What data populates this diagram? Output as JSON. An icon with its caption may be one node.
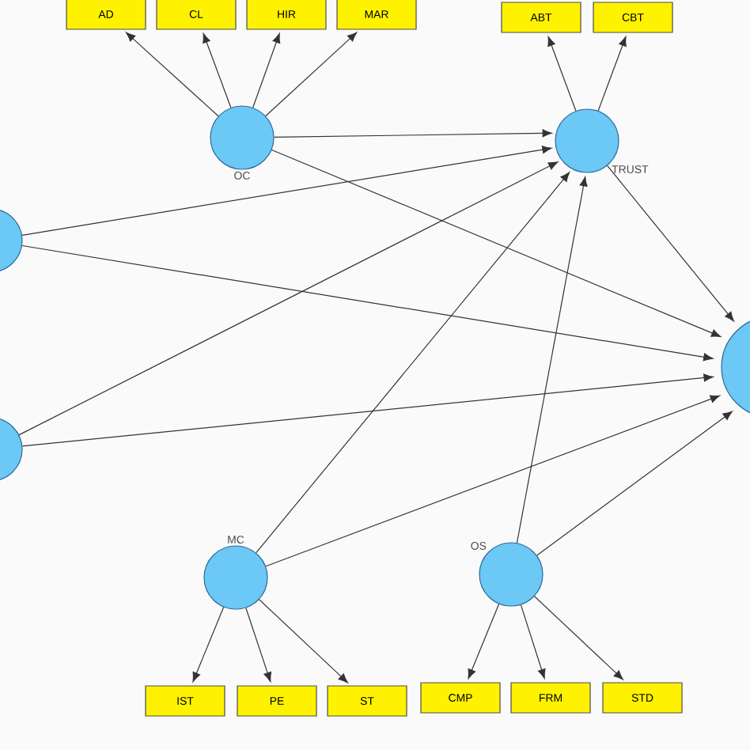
{
  "diagram": {
    "nodes": [
      {
        "text": [
          "AD"
        ]
      },
      {
        "text": [
          "CL"
        ]
      },
      {
        "text": [
          "HIR"
        ]
      },
      {
        "text": [
          "MAR"
        ]
      },
      {
        "text": [
          "ABT"
        ]
      },
      {
        "text": [
          "CBT"
        ]
      },
      {
        "text": [
          "OC"
        ]
      },
      {
        "text": [
          "TRUST"
        ]
      },
      {
        "text": [],
        "shape": "circle"
      },
      {
        "text": [],
        "shape": "circle"
      },
      {
        "text": [],
        "shape": "circle"
      },
      {
        "text": [
          "MC"
        ]
      },
      {
        "text": [
          "OS"
        ]
      },
      {
        "text": [
          "IST"
        ]
      },
      {
        "text": [
          "PE"
        ]
      },
      {
        "text": [
          "ST"
        ]
      },
      {
        "text": [
          "CMP"
        ]
      },
      {
        "text": [
          "FRM"
        ]
      },
      {
        "text": [
          "STD"
        ]
      }
    ],
    "edges": [
      {
        "from": 6,
        "to": 0,
        "arrow": "to"
      },
      {
        "from": 6,
        "to": 1,
        "arrow": "to"
      },
      {
        "from": 6,
        "to": 2,
        "arrow": "to"
      },
      {
        "from": 6,
        "to": 3,
        "arrow": "to"
      },
      {
        "from": 7,
        "to": 4,
        "arrow": "to"
      },
      {
        "from": 7,
        "to": 5,
        "arrow": "to"
      },
      {
        "from": 6,
        "to": 7,
        "arrow": "to"
      },
      {
        "from": 6,
        "to": 9,
        "arrow": "to"
      },
      {
        "from": 8,
        "to": 7,
        "arrow": "to"
      },
      {
        "from": 8,
        "to": 9,
        "arrow": "to"
      },
      {
        "from": 10,
        "to": 7,
        "arrow": "to"
      },
      {
        "from": 10,
        "to": 9,
        "arrow": "to"
      },
      {
        "from": 11,
        "to": 7,
        "arrow": "to"
      },
      {
        "from": 11,
        "to": 9,
        "arrow": "to"
      },
      {
        "from": 12,
        "to": 7,
        "arrow": "to"
      },
      {
        "from": 12,
        "to": 9,
        "arrow": "to"
      },
      {
        "from": 7,
        "to": 9,
        "arrow": "to"
      },
      {
        "from": 11,
        "to": 13,
        "arrow": "to"
      },
      {
        "from": 11,
        "to": 14,
        "arrow": "to"
      },
      {
        "from": 11,
        "to": 15,
        "arrow": "to"
      },
      {
        "from": 12,
        "to": 16,
        "arrow": "to"
      },
      {
        "from": 12,
        "to": 17,
        "arrow": "to"
      },
      {
        "from": 12,
        "to": 18,
        "arrow": "to"
      }
    ]
  }
}
